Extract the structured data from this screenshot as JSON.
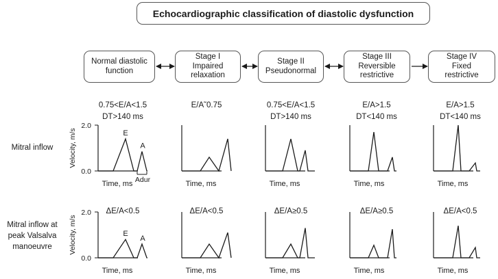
{
  "title": "Echocardiographic classification of diastolic dysfunction",
  "stages": [
    {
      "line1": "Normal diastolic",
      "line2": "function",
      "line3": ""
    },
    {
      "line1": "Stage I",
      "line2": "Impaired",
      "line3": "relaxation"
    },
    {
      "line1": "Stage II",
      "line2": "Pseudonormal",
      "line3": ""
    },
    {
      "line1": "Stage III",
      "line2": "Reversible",
      "line3": "restrictive"
    },
    {
      "line1": "Stage IV",
      "line2": "Fixed",
      "line3": "restrictive"
    }
  ],
  "mitral": {
    "label_line1": "Mitral inflow",
    "params": [
      {
        "line1": "0.75<E/A<1.5",
        "line2": "DT>140 ms"
      },
      {
        "line1": "E/A˜0.75",
        "line2": ""
      },
      {
        "line1": "0.75<E/A<1.5",
        "line2": "DT>140 ms"
      },
      {
        "line1": "E/A>1.5",
        "line2": "DT<140 ms"
      },
      {
        "line1": "E/A>1.5",
        "line2": "DT<140 ms"
      }
    ]
  },
  "valsalva": {
    "label_line1": "Mitral inflow at",
    "label_line2": "peak Valsalva",
    "label_line3": "manoeuvre",
    "params": [
      "ΔE/A<0.5",
      "ΔE/A<0.5",
      "ΔE/A≥0.5",
      "ΔE/A≥0.5",
      "ΔE/A<0.5"
    ]
  },
  "axes": {
    "y_label": "Velocity, m/s",
    "y_max_label": "2.0",
    "y_min_label": "0.0",
    "x_label": "Time, ms"
  },
  "wave_labels": {
    "e": "E",
    "a": "A",
    "adur": "Adur"
  },
  "mitral_peaks": [
    {
      "e": 1.4,
      "a": 0.85
    },
    {
      "e": 0.6,
      "a": 1.4
    },
    {
      "e": 1.4,
      "a": 0.9
    },
    {
      "e": 1.7,
      "a": 0.6
    },
    {
      "e": 2.0,
      "a": 0.35
    }
  ],
  "valsalva_peaks": [
    {
      "e": 0.8,
      "a": 0.6
    },
    {
      "e": 0.6,
      "a": 1.1
    },
    {
      "e": 0.6,
      "a": 1.3
    },
    {
      "e": 0.55,
      "a": 1.25
    },
    {
      "e": 1.4,
      "a": 0.45
    }
  ],
  "colors": {
    "line": "#1a1a1a",
    "box_border": "#555555"
  }
}
